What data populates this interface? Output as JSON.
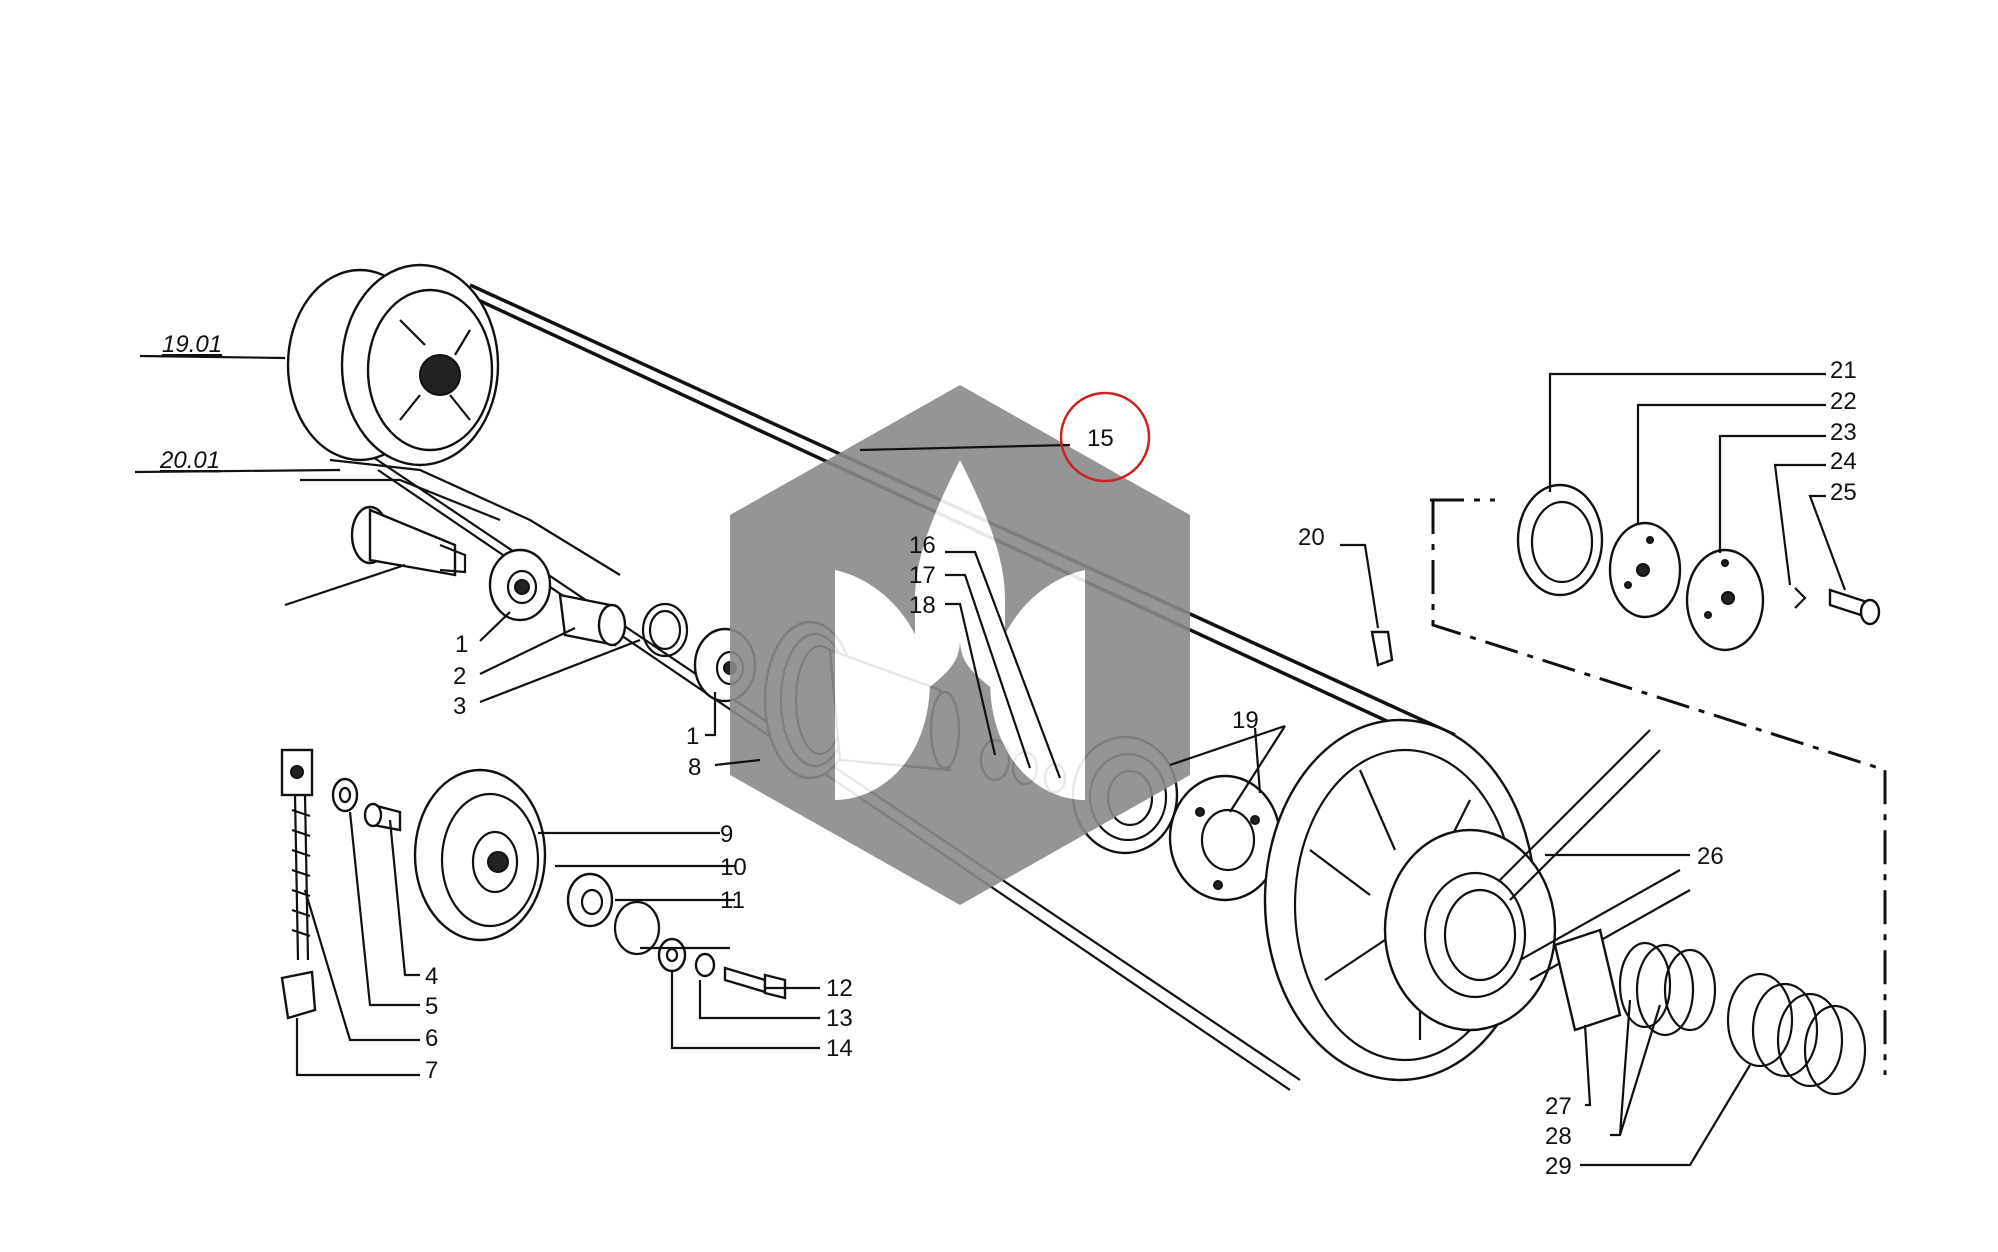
{
  "diagram": {
    "callouts": {
      "c19_01": "19.01",
      "c20_01": "20.01",
      "c1a": "1",
      "c2": "2",
      "c3": "3",
      "c1b": "1",
      "c8": "8",
      "c15": "15",
      "c16": "16",
      "c17": "17",
      "c18": "18",
      "c19": "19",
      "c20": "20",
      "c21": "21",
      "c22": "22",
      "c23": "23",
      "c24": "24",
      "c25": "25",
      "c26": "26",
      "c4": "4",
      "c5": "5",
      "c6": "6",
      "c7": "7",
      "c9": "9",
      "c10": "10",
      "c11": "11",
      "c12": "12",
      "c13": "13",
      "c14": "14",
      "c27": "27",
      "c28": "28",
      "c29": "29"
    },
    "highlight_color": "#cc2222",
    "watermark_color": "#8a8a8a"
  }
}
